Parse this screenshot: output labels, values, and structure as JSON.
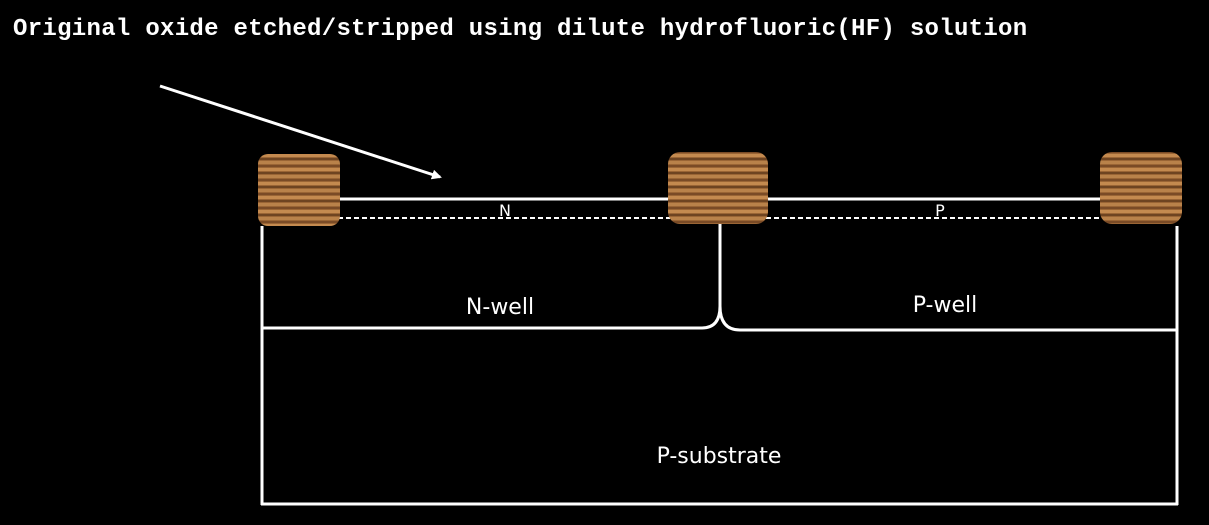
{
  "heading": "Original oxide etched/stripped using dilute hydrofluoric(HF) solution",
  "labels": {
    "n_region": "N",
    "p_region": "P",
    "n_well": "N-well",
    "p_well": "P-well",
    "substrate": "P-substrate"
  },
  "colors": {
    "background": "#000000",
    "lines": "#ffffff",
    "field_oxide_wood_light": "#b07a44",
    "field_oxide_wood_dark": "#6e4421"
  },
  "icons": {
    "arrow": "arrow-icon",
    "field_oxide": "field-oxide-block"
  }
}
